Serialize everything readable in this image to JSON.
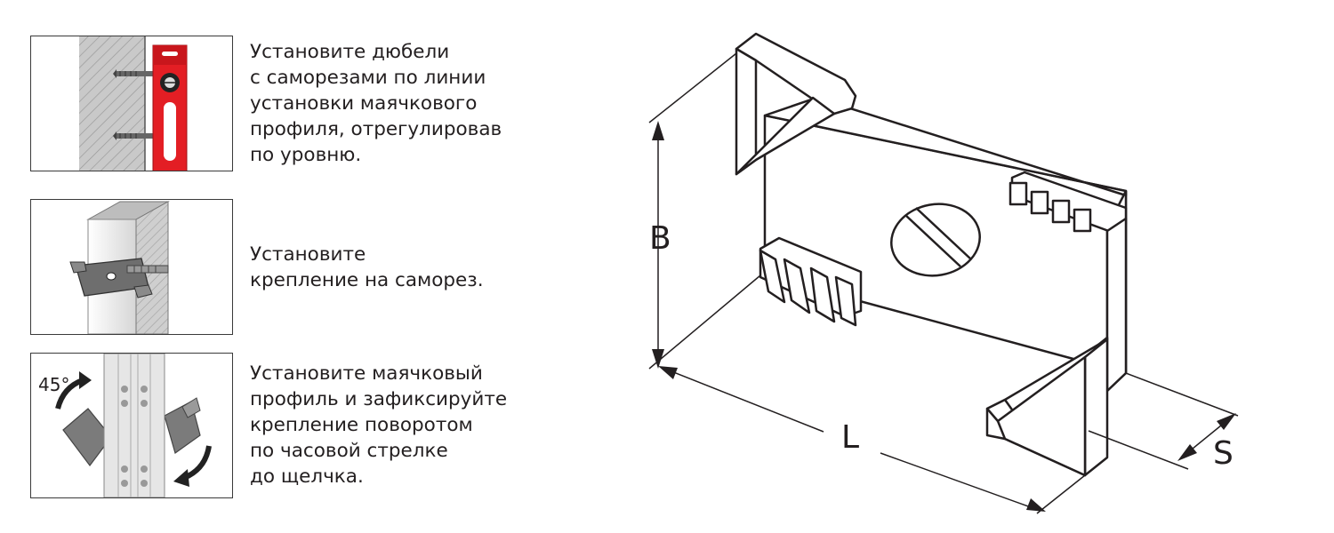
{
  "steps": [
    {
      "text": "Установите дюбели\nс саморезами по линии\nустановки маячкового\nпрофиля, отрегулировав\nпо уровню.",
      "illustration": "wall-dowels-with-spirit-level"
    },
    {
      "text": "Установите\nкрепление на саморез.",
      "illustration": "bracket-on-screw"
    },
    {
      "text": "Установите маячковый\nпрофиль и зафиксируйте\nкрепление поворотом\nпо часовой стрелке\nдо щелчка.",
      "illustration": "rotate-bracket-clockwise",
      "angle_label": "45°"
    }
  ],
  "dimensions": {
    "height": "B",
    "length": "L",
    "thickness": "S"
  },
  "colors": {
    "level_red": "#e31e24",
    "line": "#231f20",
    "metal_gray": "#8a8a8a"
  }
}
